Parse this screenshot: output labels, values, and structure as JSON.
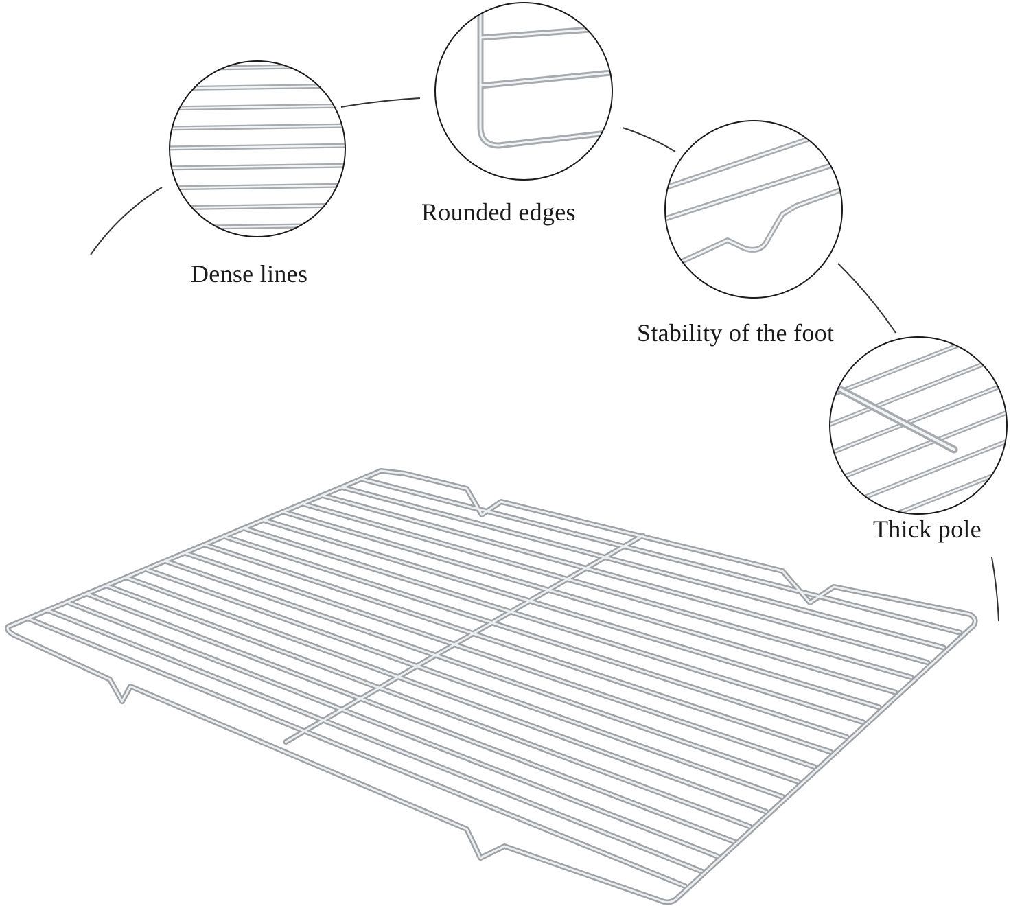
{
  "features": {
    "dense_lines": "Dense lines",
    "rounded_edges": "Rounded edges",
    "foot_stability": "Stability of the foot",
    "thick_pole": "Thick pole"
  },
  "colors": {
    "background": "#ffffff",
    "wire": "#b9bcc0",
    "wire_highlight": "#eef0f2",
    "outline": "#1a1a1a"
  },
  "icons": [
    "cooling-rack-image",
    "dense-lines-detail",
    "rounded-edges-detail",
    "foot-stability-detail",
    "thick-pole-detail"
  ]
}
